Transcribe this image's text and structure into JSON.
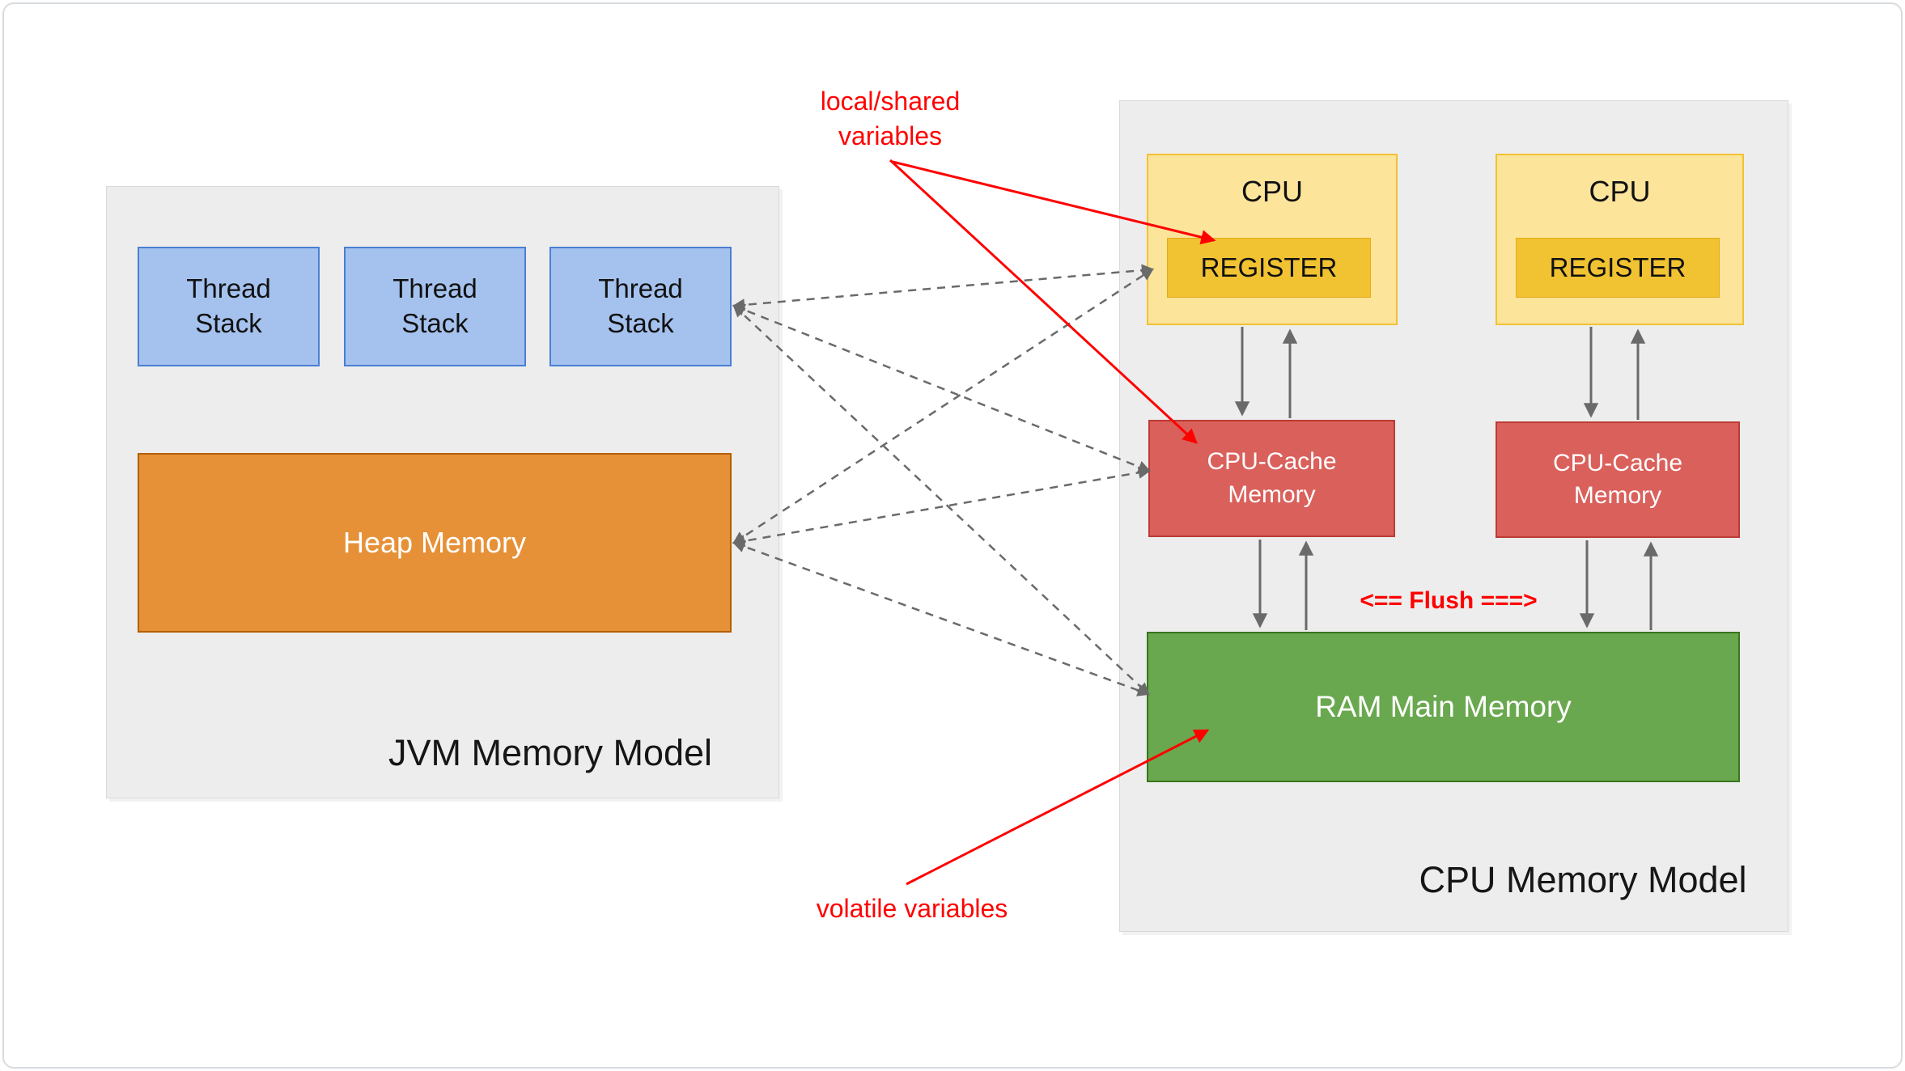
{
  "jvm_model": {
    "title": "JVM Memory Model",
    "thread_stacks": [
      "Thread Stack",
      "Thread Stack",
      "Thread Stack"
    ],
    "heap_label": "Heap Memory"
  },
  "cpu_model": {
    "title": "CPU Memory Model",
    "cpus": [
      {
        "label": "CPU",
        "register_label": "REGISTER"
      },
      {
        "label": "CPU",
        "register_label": "REGISTER"
      }
    ],
    "cache_labels": [
      "CPU-Cache Memory",
      "CPU-Cache Memory"
    ],
    "ram_label": "RAM Main Memory",
    "flush_label": "<== Flush ===>"
  },
  "annotations": {
    "local_shared_label": "local/shared variables",
    "volatile_label": "volatile variables"
  },
  "colors": {
    "thread_fill": "#a5c2ee",
    "thread_border": "#4a7fd4",
    "heap_fill": "#e69138",
    "heap_border": "#b45f06",
    "cpu_fill": "#fde49b",
    "cpu_border": "#f1c232",
    "register_fill": "#f1c232",
    "register_border": "#e2ab19",
    "cache_fill": "#da605b",
    "cache_border": "#bd3b35",
    "ram_fill": "#6aa84f",
    "ram_border": "#38761d",
    "panel_fill": "#ededed",
    "panel_border": "#d9d9d9",
    "arrow_gray": "#6a6a6a",
    "annotation_red": "#ff0000",
    "text_dark": "#111111",
    "text_light": "#ffffff"
  }
}
